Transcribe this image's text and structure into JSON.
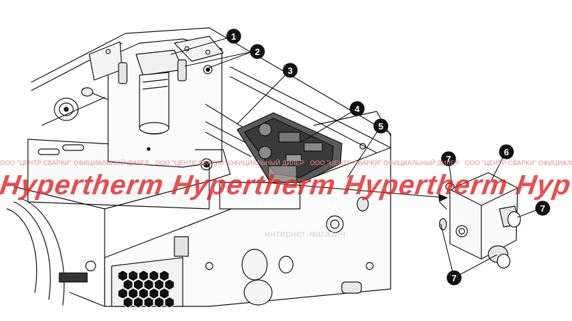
{
  "watermark": {
    "line_segments": [
      "ООО \"ЦЕНТР СВАРКИ\"  ОФИЦИАЛЬНЫЙ ДИЛЕР",
      "ООО \"ЦЕНТР СВАРКИ\"  ОФИЦИАЛЬНЫЙ ДИЛЕР",
      "ООО \"ЦЕНТР СВАРКИ\"  ОФИЦИАЛЬНЫЙ ДИЛЕР",
      "ООО \"ЦЕНТР СВАРКИ\"  ОФИЦИАЛЬНЫЙ ДИЛЕР"
    ],
    "brand_segments": [
      "Hypertherm",
      "Hypertherm",
      "Hypertherm",
      "Hypertherm h"
    ],
    "sub": "интернет-магазин"
  },
  "callouts": [
    {
      "label": "1"
    },
    {
      "label": "2"
    },
    {
      "label": "3"
    },
    {
      "label": "4"
    },
    {
      "label": "5"
    },
    {
      "label": "6"
    },
    {
      "label": "7"
    },
    {
      "label": "7"
    },
    {
      "label": "7"
    }
  ],
  "colors": {
    "line": "#111111",
    "callout_fill": "#111111",
    "callout_text": "#ffffff",
    "pcb": "#3a3a3a",
    "watermark": "#e22828"
  }
}
